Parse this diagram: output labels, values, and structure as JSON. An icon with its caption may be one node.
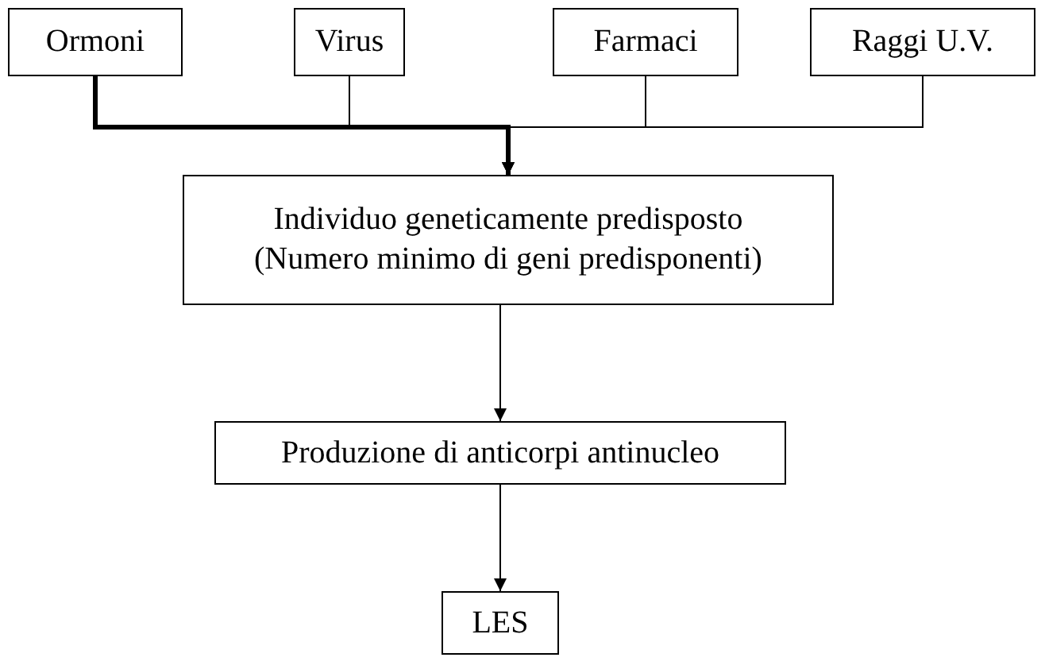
{
  "diagram": {
    "nodes": [
      {
        "text": [
          "Ormoni"
        ]
      },
      {
        "text": [
          "Virus"
        ]
      },
      {
        "text": [
          "Farmaci"
        ]
      },
      {
        "text": [
          "Raggi U.V."
        ]
      },
      {
        "text": [
          "Individuo geneticamente predisposto",
          "(Numero minimo di geni predisponenti)"
        ]
      },
      {
        "text": [
          "Produzione di anticorpi antinucleo"
        ]
      },
      {
        "text": [
          "LES"
        ]
      }
    ],
    "edges": [
      {
        "from": 0,
        "to": 4,
        "arrow": "to",
        "style": "thick"
      },
      {
        "from": 1,
        "to": 4,
        "arrow": "to"
      },
      {
        "from": 2,
        "to": 4,
        "arrow": "to"
      },
      {
        "from": 3,
        "to": 4,
        "arrow": "to"
      },
      {
        "from": 4,
        "to": 5,
        "arrow": "to"
      },
      {
        "from": 5,
        "to": 6,
        "arrow": "to"
      }
    ]
  }
}
